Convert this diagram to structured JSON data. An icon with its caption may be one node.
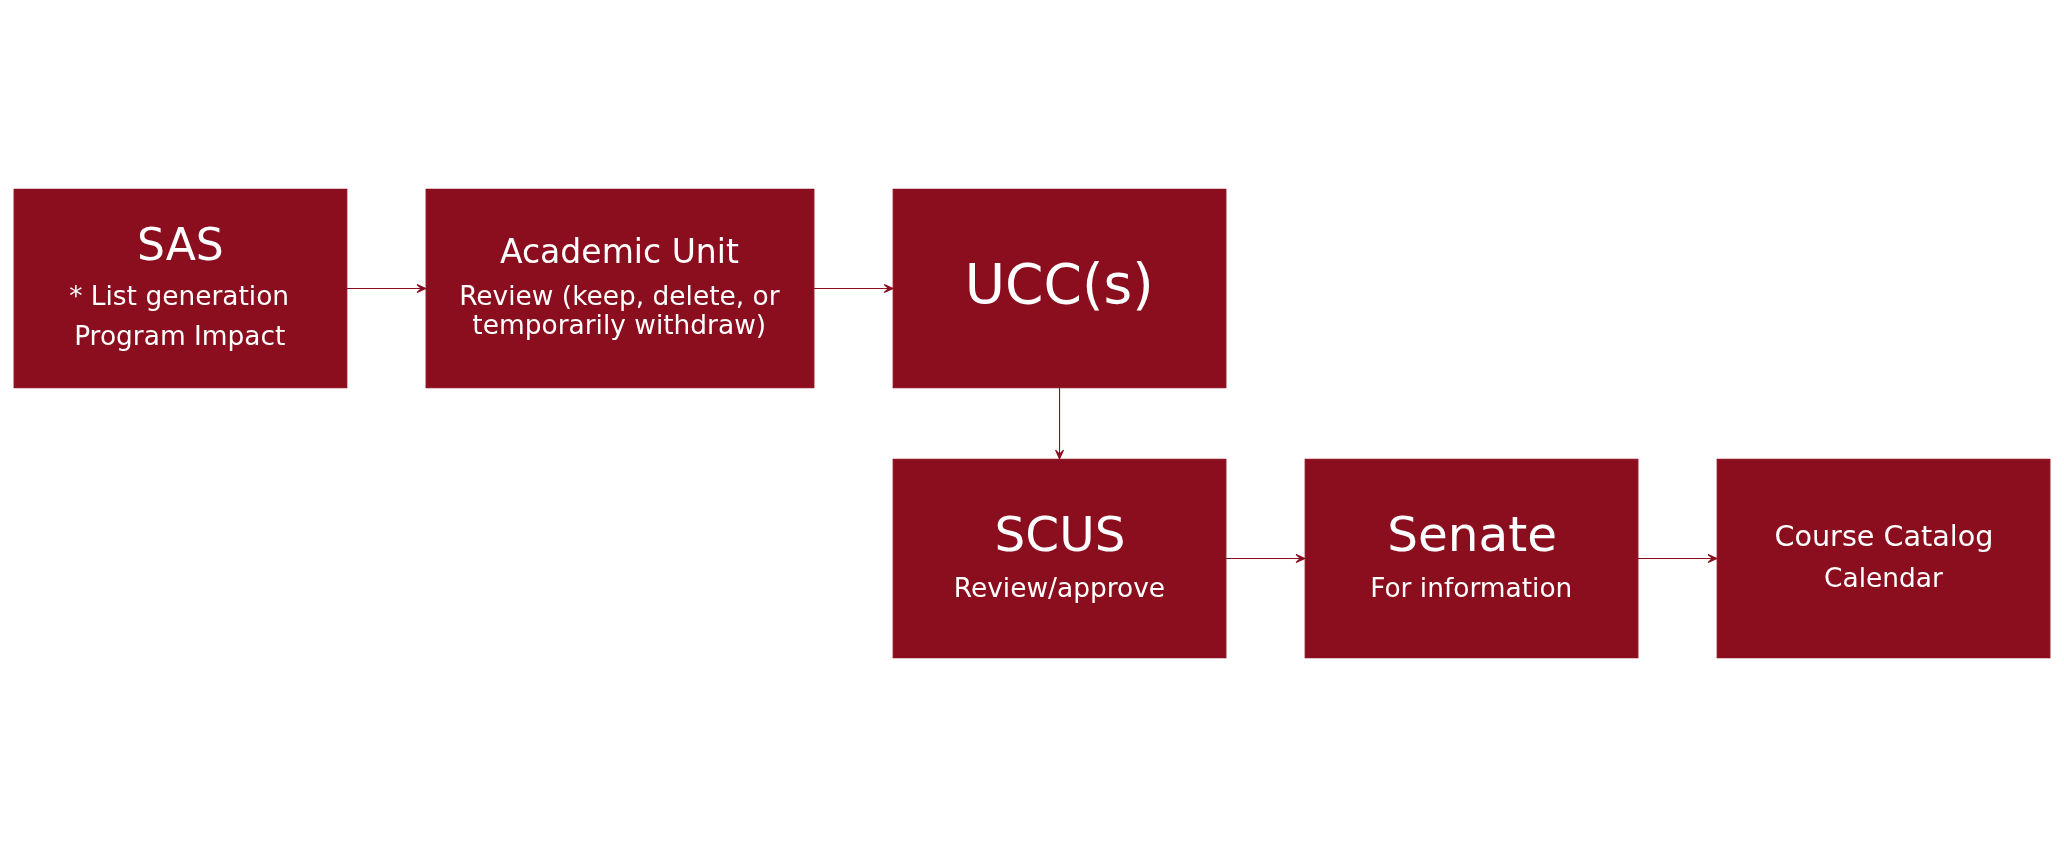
{
  "diagram": {
    "nodes": [
      {
        "text": [
          "SAS",
          "* List generation",
          "Program Impact"
        ]
      },
      {
        "text": [
          "Academic Unit",
          "Review (keep, delete, or temporarily withdraw)"
        ]
      },
      {
        "text": [
          "UCC(s)"
        ]
      },
      {
        "text": [
          "SCUS",
          "Review/approve"
        ]
      },
      {
        "text": [
          "Senate",
          "For information"
        ]
      },
      {
        "text": [
          "Course Catalog",
          "Calendar"
        ]
      }
    ],
    "edges": [
      {
        "from": 0,
        "to": 1,
        "arrow": "to"
      },
      {
        "from": 1,
        "to": 2,
        "arrow": "to"
      },
      {
        "from": 2,
        "to": 3,
        "arrow": "to"
      },
      {
        "from": 3,
        "to": 4,
        "arrow": "to"
      },
      {
        "from": 4,
        "to": 5,
        "arrow": "to"
      }
    ]
  }
}
